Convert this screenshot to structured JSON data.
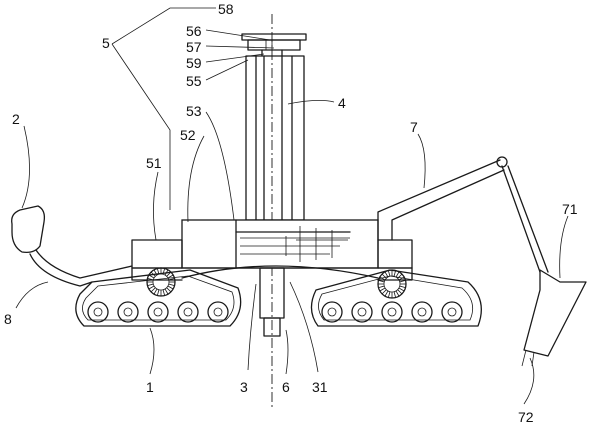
{
  "labels": {
    "n58": "58",
    "n56": "56",
    "n57": "57",
    "n59": "59",
    "n55": "55",
    "n5": "5",
    "n4": "4",
    "n53": "53",
    "n52": "52",
    "n2": "2",
    "n51": "51",
    "n7": "7",
    "n71": "71",
    "n8": "8",
    "n1": "1",
    "n3": "3",
    "n6": "6",
    "n31": "31",
    "n72": "72"
  }
}
